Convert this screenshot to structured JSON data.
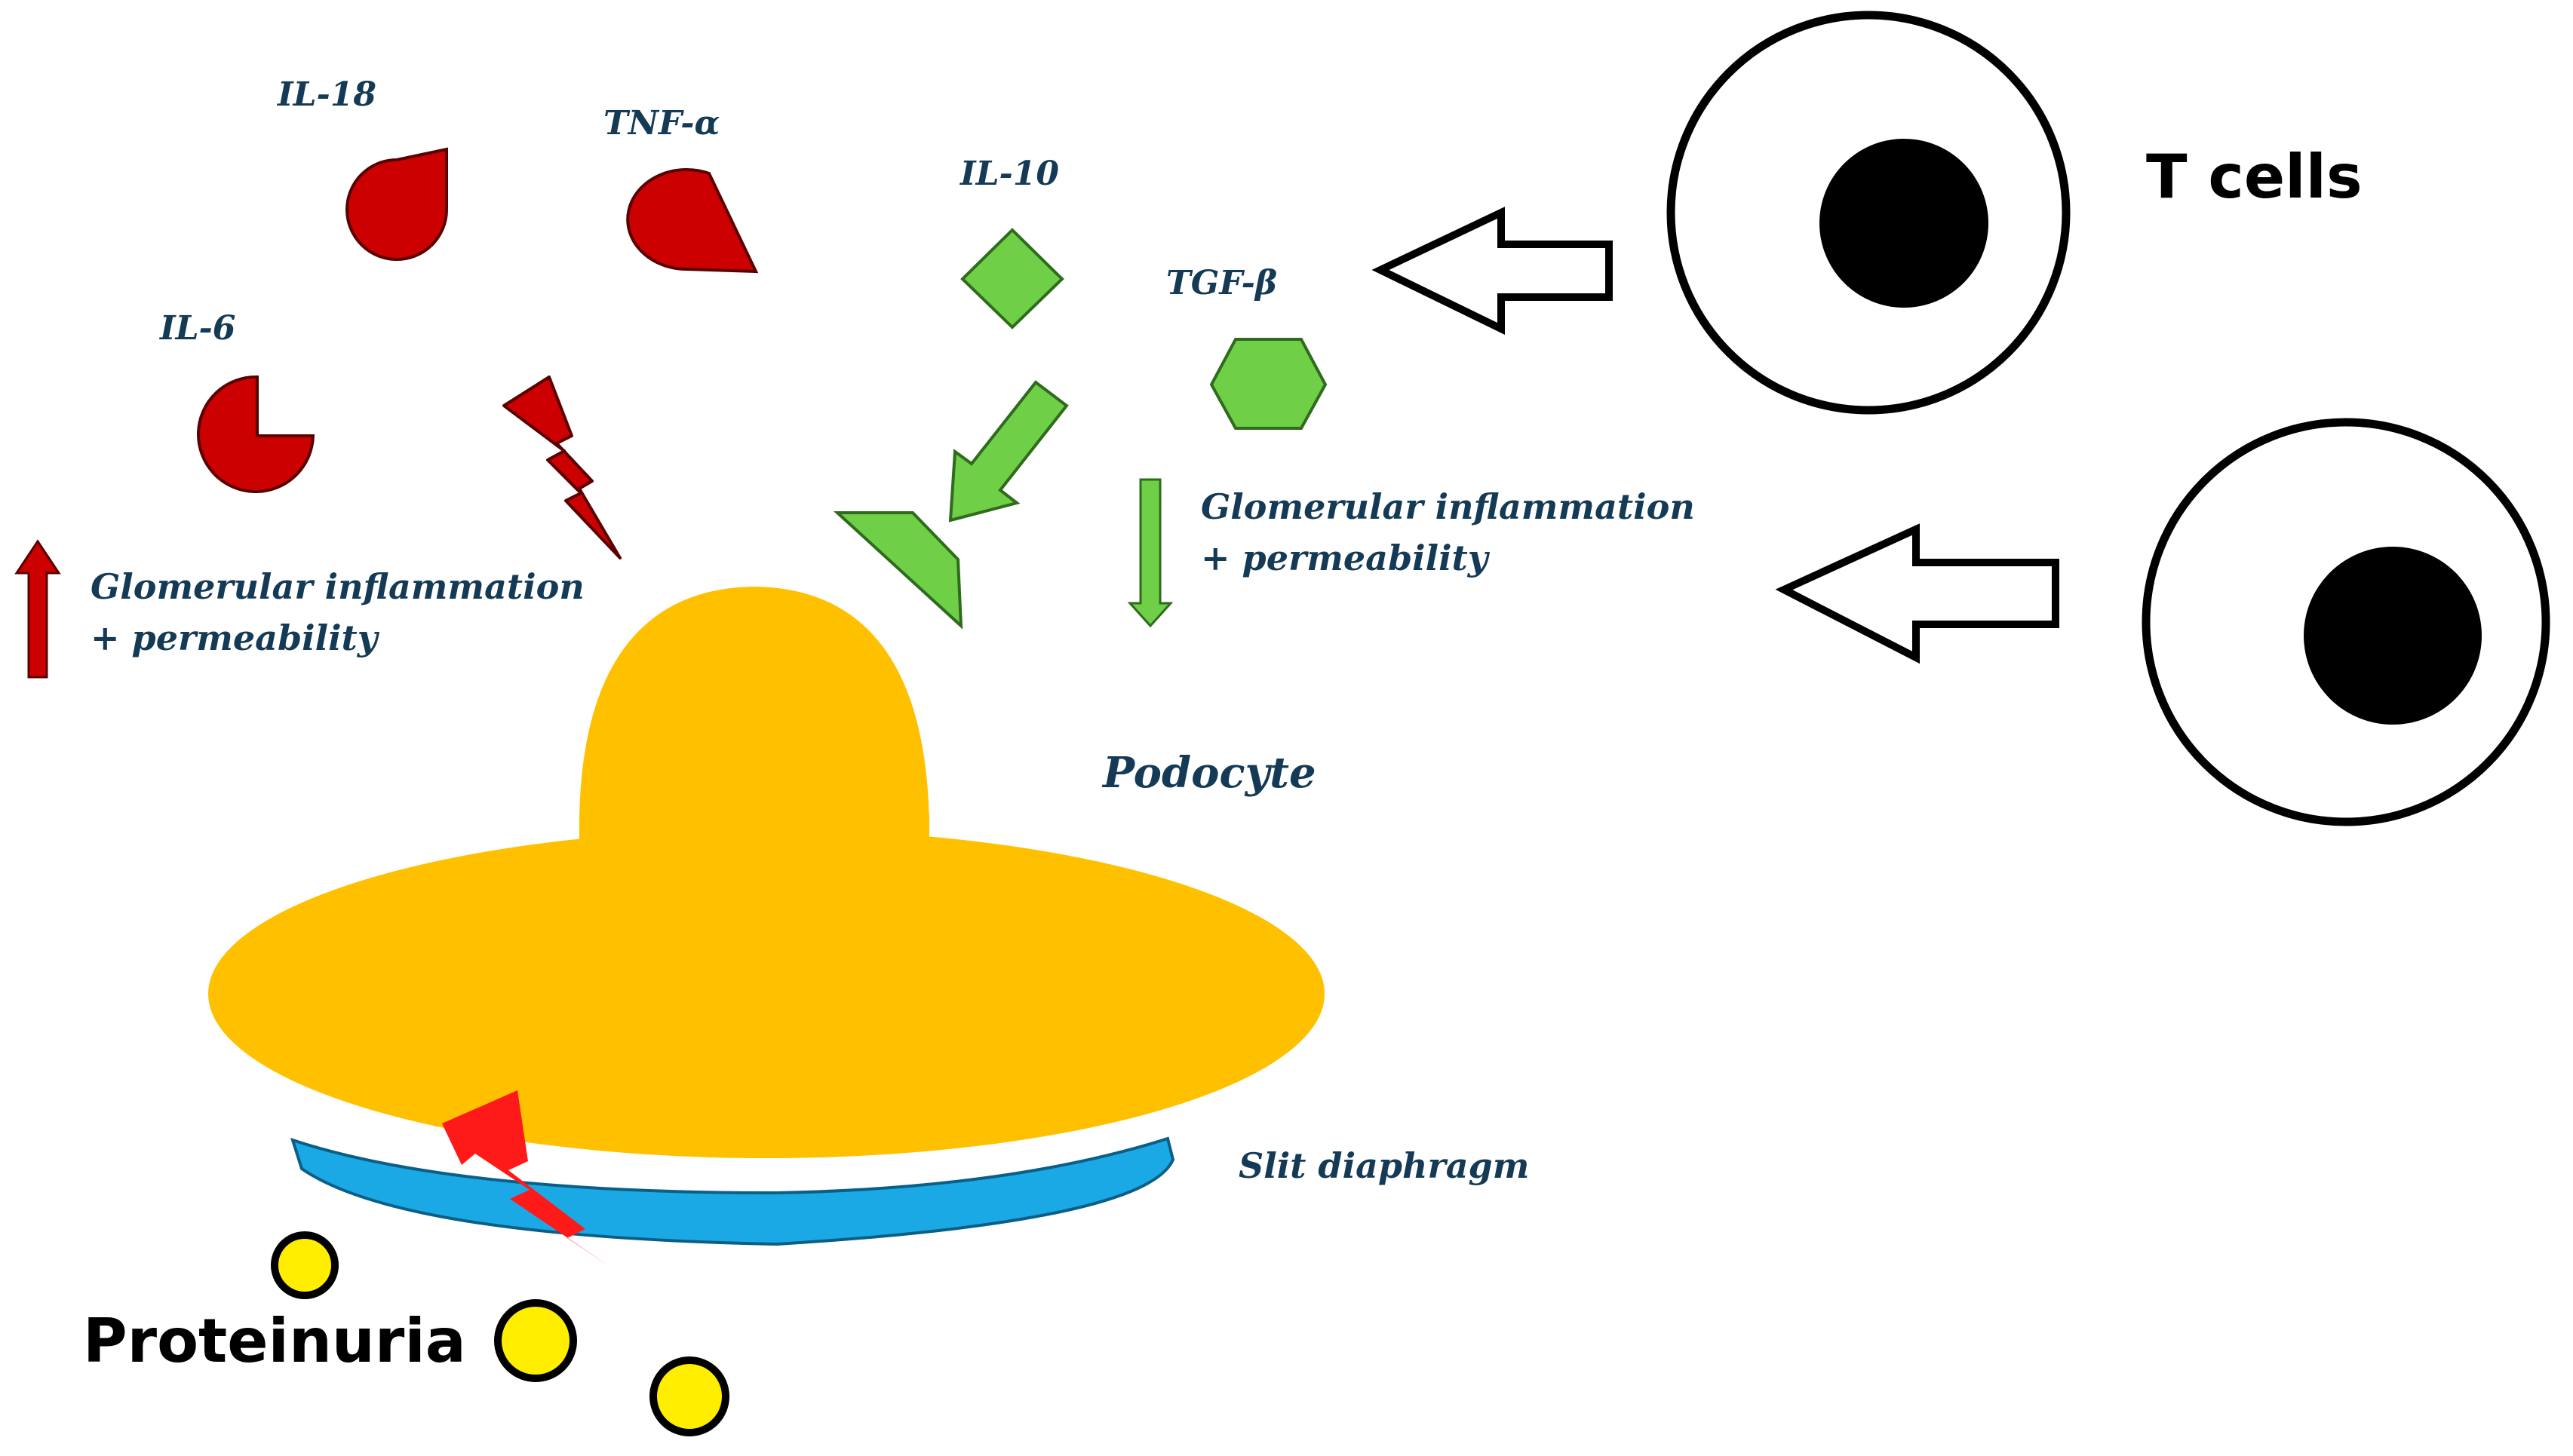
{
  "labels": {
    "il18": "IL-18",
    "tnf": "TNF-α",
    "il6": "IL-6",
    "il10": "IL-10",
    "tgf": "TGF-β",
    "effect_left_line1": "Glomerular inflammation",
    "effect_left_line2": "+ permeability",
    "effect_right_line1": "Glomerular inflammation",
    "effect_right_line2": "+ permeability",
    "podocyte": "Podocyte",
    "slit": "Slit diaphragm",
    "tcells": "T cells",
    "proteinuria": "Proteinuria"
  },
  "colors": {
    "pro_inflammatory": "#cc0000",
    "anti_inflammatory": "#6fcf47",
    "podocyte": "#ffc000",
    "slit_diaphragm": "#1ba9e6",
    "injury_bolt": "#ff1a1a",
    "protein": "#ffee00",
    "label_text": "#143a55"
  },
  "icons": {
    "up_arrow": "red-up-arrow-icon",
    "down_arrow": "green-down-arrow-icon",
    "hollow_arrow": "hollow-left-arrow-icon",
    "bolt": "lightning-bolt-icon"
  }
}
